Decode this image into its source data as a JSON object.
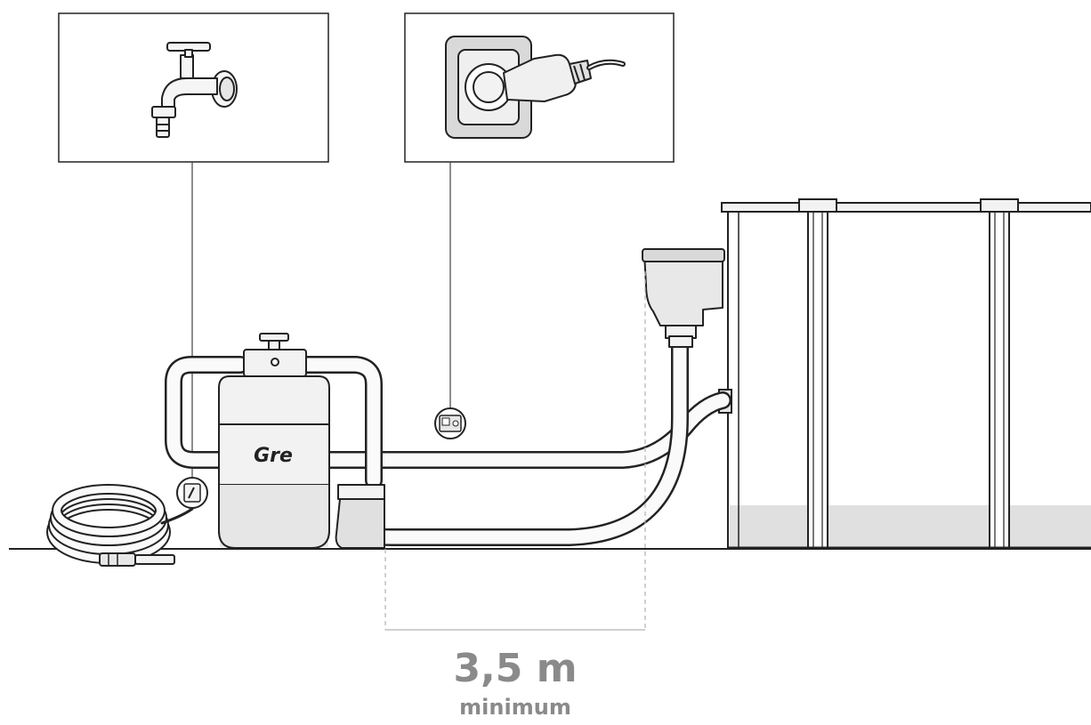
{
  "diagram": {
    "callouts": [
      {
        "id": "water-tap",
        "icon": "water-tap-icon"
      },
      {
        "id": "power-socket",
        "icon": "power-socket-icon"
      }
    ],
    "components": {
      "pump_brand": "Gre",
      "items": [
        "garden-hose",
        "sand-filter-pump",
        "pool-skimmer",
        "above-ground-pool",
        "pool-hoses",
        "base-plate"
      ]
    },
    "distance": {
      "value": "3,5 m",
      "qualifier": "minimum"
    },
    "colors": {
      "line": "#222222",
      "fill_light": "#f2f2f2",
      "fill_mid": "#d9d9d9",
      "dimension_text": "#8a8a8a",
      "water": "#e0e0e0"
    }
  }
}
